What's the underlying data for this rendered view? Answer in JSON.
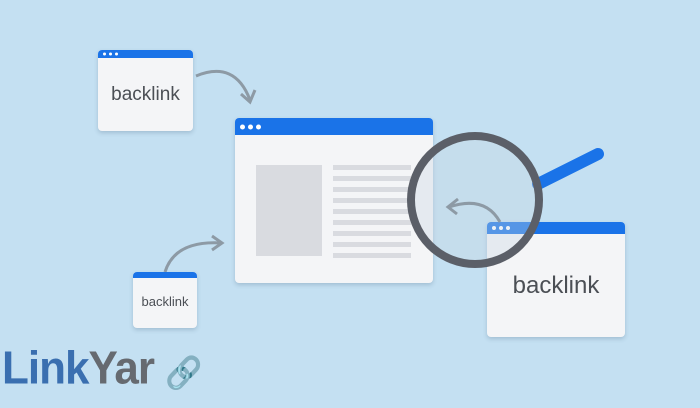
{
  "windows": {
    "top_left": {
      "label": "backlink"
    },
    "bottom_left": {
      "label": "backlink"
    },
    "right": {
      "label": "backlink"
    }
  },
  "logo": {
    "part1": "Link",
    "part2": "Yar"
  },
  "colors": {
    "background": "#c4e0f2",
    "accent": "#1a73e8",
    "lens": "#5b5f68",
    "arrow": "#8d9aa5"
  }
}
